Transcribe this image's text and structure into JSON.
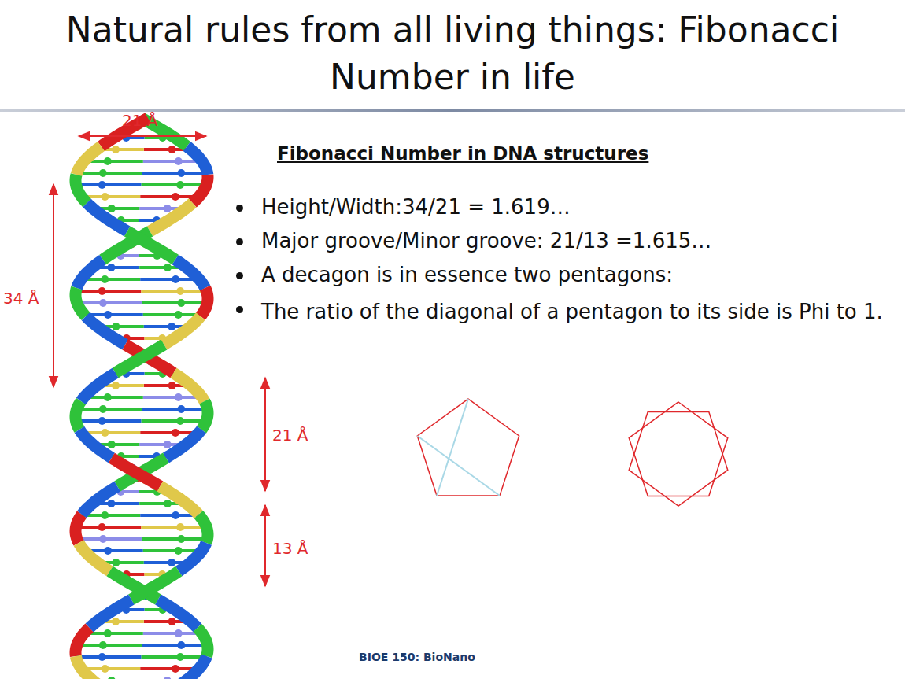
{
  "diagram": {
    "title": "Natural rules from all living things: Fibonacci Number in life",
    "labels": [
      "Fibonacci Number in DNA structures",
      "Height/Width:34/21 =  1.619…",
      "Major groove/Minor groove: 21/13 =1.615…",
      "A decagon is in essence two pentagons:",
      "The ratio of the diagonal of a pentagon to its side is Phi to 1.",
      "21 Å",
      "34 Å",
      "21 Å",
      "13 Å",
      "BIOE 150: BioNano"
    ]
  }
}
